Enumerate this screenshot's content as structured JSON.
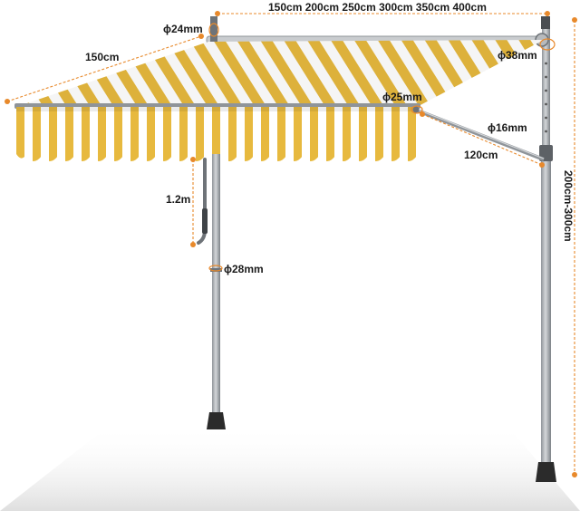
{
  "dimensions": {
    "width_options": "150cm 200cm 250cm 300cm 350cm 400cm",
    "projection": "150cm",
    "top_tube": "ϕ24mm",
    "roller_tube": "ϕ38mm",
    "front_bar": "ϕ25mm",
    "arm": "ϕ16mm",
    "arm_length": "120cm",
    "crank_length": "1.2m",
    "pole": "ϕ28mm",
    "height_range": "200cm-300cm"
  },
  "colors": {
    "stripe_yellow": "#E7B93E",
    "stripe_white": "#FFFFFF",
    "pole": "#A9ADB2",
    "pole_dark": "#6E7378",
    "dimension_line": "#E8892B",
    "text": "#1A1A1A"
  }
}
